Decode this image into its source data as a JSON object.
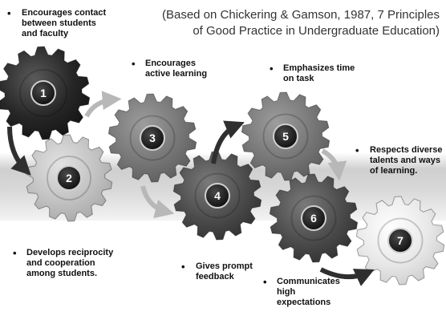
{
  "citation": "(Based on Chickering & Gamson, 1987, 7 Principles\nof Good Practice in Undergraduate Education)",
  "bullet": "•",
  "principles": [
    {
      "number": "1",
      "text": "Encourages contact\nbetween students\nand faculty",
      "shade": "darkest"
    },
    {
      "number": "2",
      "text": "Develops reciprocity\nand cooperation\namong students.",
      "shade": "light"
    },
    {
      "number": "3",
      "text": "Encourages\nactive learning",
      "shade": "medium"
    },
    {
      "number": "4",
      "text": "Gives prompt\nfeedback",
      "shade": "dark"
    },
    {
      "number": "5",
      "text": "Emphasizes time\non task",
      "shade": "medium"
    },
    {
      "number": "6",
      "text": "Communicates\nhigh\nexpectations",
      "shade": "dark"
    },
    {
      "number": "7",
      "text": "Respects diverse\ntalents and ways\nof learning.",
      "shade": "lightest"
    }
  ],
  "colors": {
    "text": "#111111",
    "arrow_dark": "#2f2f2f",
    "arrow_light": "#b8b8b8",
    "shades": {
      "darkest": [
        "#5a5a5a",
        "#262626",
        "#141414"
      ],
      "dark": [
        "#7a7a7a",
        "#4c4c4c",
        "#323232"
      ],
      "medium": [
        "#9d9d9d",
        "#777777",
        "#5e5e5e"
      ],
      "light": [
        "#e2e2e2",
        "#c2c2c2",
        "#a9a9a9"
      ],
      "lightest": [
        "#ffffff",
        "#e8e8e8",
        "#cecece"
      ]
    }
  }
}
